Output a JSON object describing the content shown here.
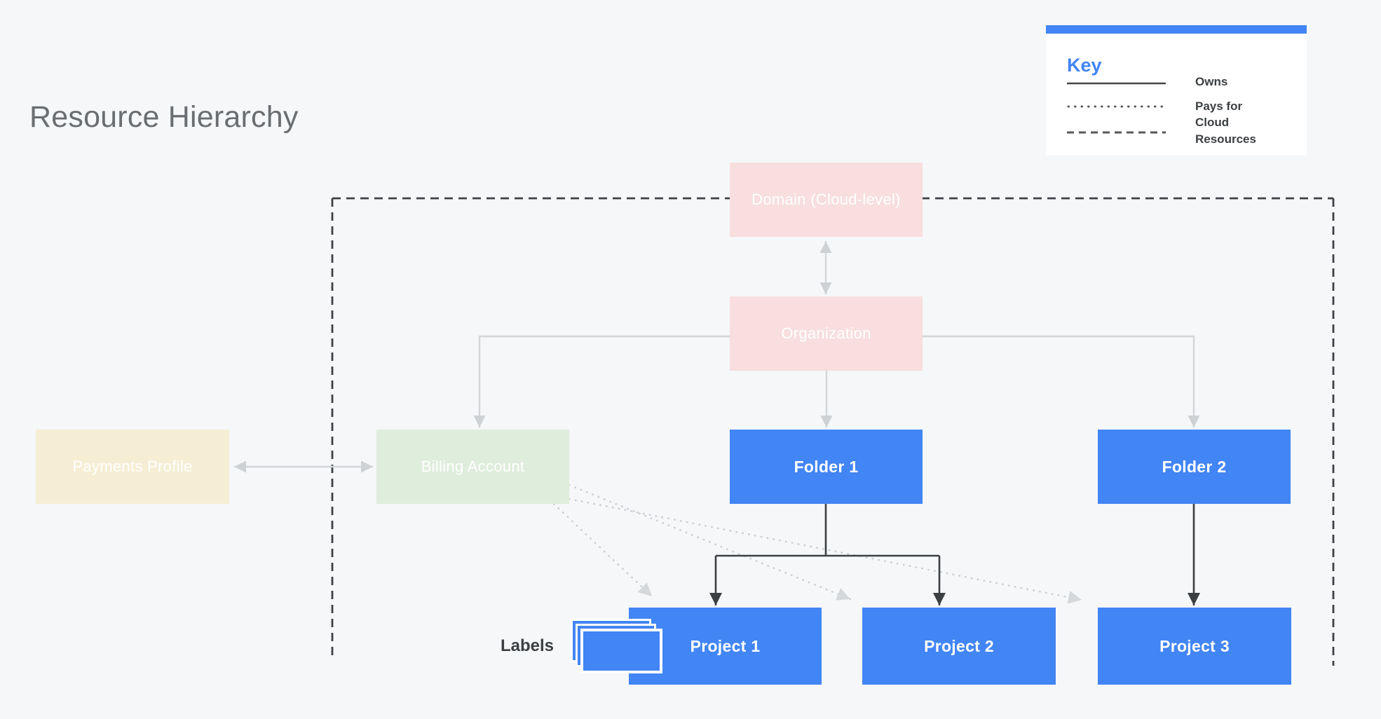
{
  "page": {
    "title": "Resource Hierarchy",
    "background_color": "#f5f7f9",
    "title_color": "#6b6e71"
  },
  "legend": {
    "title": "Key",
    "title_color": "#4285f4",
    "bar_color": "#4285f4",
    "items": [
      {
        "line_style": "solid",
        "label": "Owns"
      },
      {
        "line_style": "dotted",
        "label": "Pays for"
      },
      {
        "line_style": "dashed",
        "label": "Cloud Resources"
      }
    ]
  },
  "labels_caption": "Labels",
  "nodes": {
    "domain": {
      "label": "Domain (Cloud-level)",
      "color": "#f8dede"
    },
    "organization": {
      "label": "Organization",
      "color": "#f8dede"
    },
    "payments_profile": {
      "label": "Payments Profile",
      "color": "#f6eed4"
    },
    "billing_account": {
      "label": "Billing Account",
      "color": "#dfeddc"
    },
    "folder1": {
      "label": "Folder 1",
      "color": "#4285f4"
    },
    "folder2": {
      "label": "Folder 2",
      "color": "#4285f4"
    },
    "project1": {
      "label": "Project 1",
      "color": "#4285f4"
    },
    "project2": {
      "label": "Project 2",
      "color": "#4285f4"
    },
    "project3": {
      "label": "Project 3",
      "color": "#4285f4"
    }
  },
  "line_colors": {
    "owns_gray": "#d3d6d9",
    "owns_arrowhead": "#cfd2d5",
    "pays_for_dotted": "#ccd0d4",
    "pays_for_arrowhead": "#d5d8db",
    "cloud_boundary_dashed": "#3f4245",
    "folder_tree_dark": "#3d4043"
  }
}
